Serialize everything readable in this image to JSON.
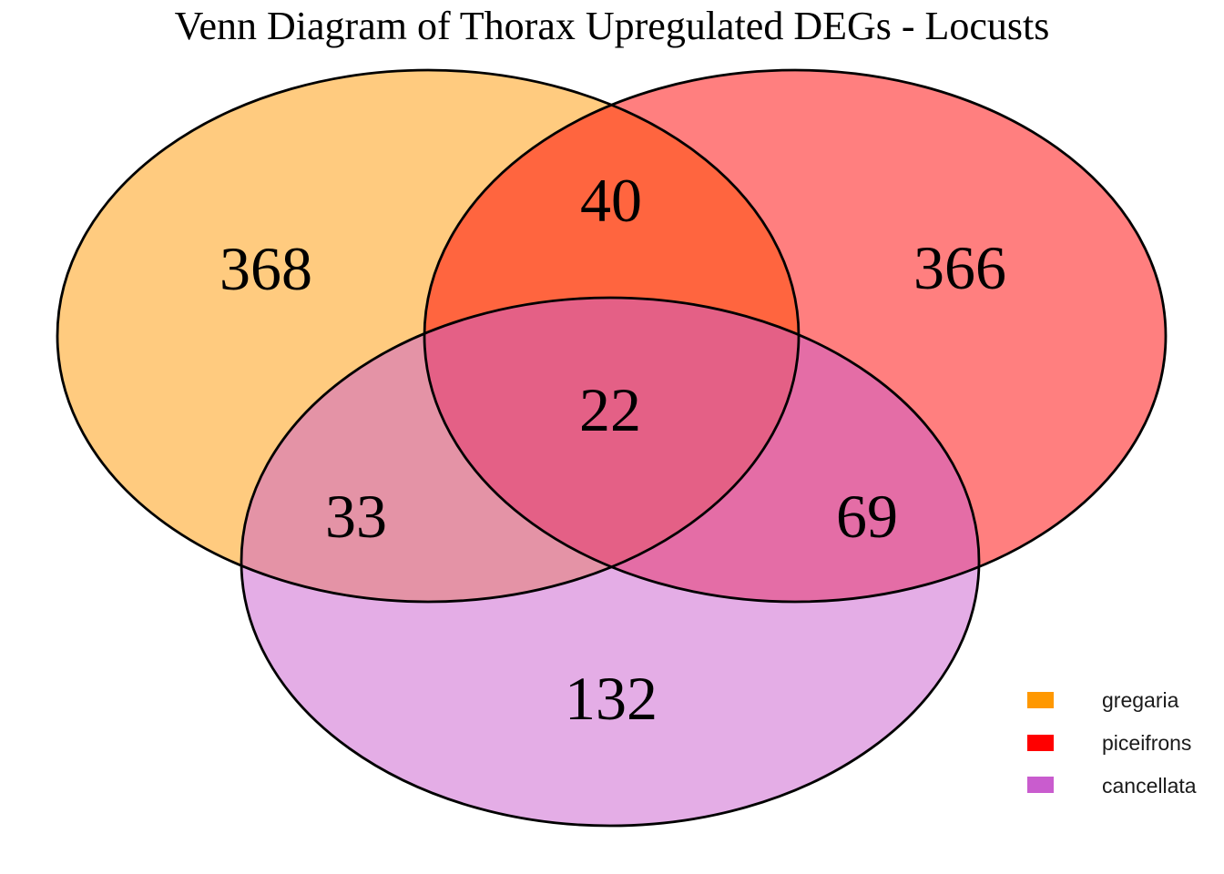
{
  "title": "Venn Diagram of Thorax Upregulated DEGs - Locusts",
  "chart_data": {
    "type": "venn",
    "title": "Venn Diagram of Thorax Upregulated DEGs - Locusts",
    "sets": [
      "gregaria",
      "piceifrons",
      "cancellata"
    ],
    "set_colors": [
      "#FF9800",
      "#FF0000",
      "#C95CCE"
    ],
    "fill_opacity": 0.5,
    "outline_color": "#000000",
    "regions": {
      "gregaria_only": 368,
      "piceifrons_only": 366,
      "cancellata_only": 132,
      "gregaria_piceifrons": 40,
      "gregaria_cancellata": 33,
      "piceifrons_cancellata": 69,
      "all_three": 22
    }
  },
  "legend": {
    "items": [
      {
        "label": "gregaria",
        "color": "#FF9800"
      },
      {
        "label": "piceifrons",
        "color": "#FF0000"
      },
      {
        "label": "cancellata",
        "color": "#C95CCE"
      }
    ]
  }
}
